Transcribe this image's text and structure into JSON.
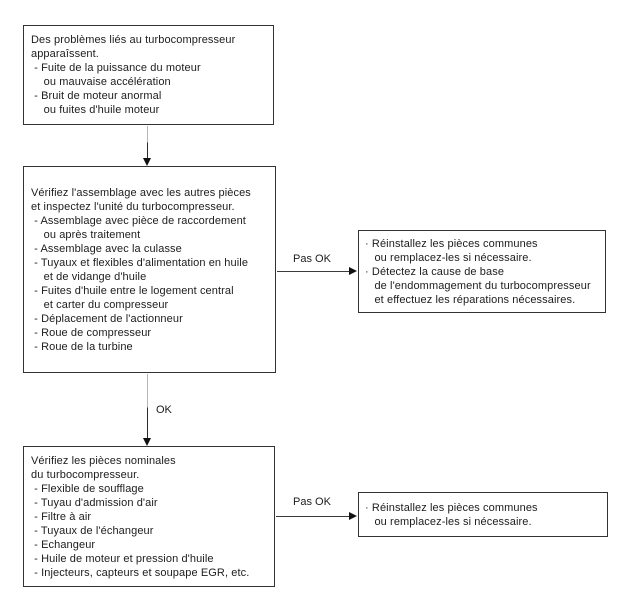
{
  "flowchart": {
    "boxes": {
      "problem": {
        "lines": [
          "Des problèmes liés au turbocompresseur",
          "apparaîssent.",
          " - Fuite de la puissance du moteur",
          "    ou mauvaise accélération",
          " - Bruit de moteur anormal",
          "    ou fuites d'huile moteur"
        ]
      },
      "check_assembly": {
        "lines": [
          "Vérifiez l'assemblage avec les autres pièces",
          "et inspectez l'unité du turbocompresseur.",
          " - Assemblage avec pièce de raccordement",
          "    ou après traitement",
          " - Assemblage avec la culasse",
          " - Tuyaux et flexibles d'alimentation en huile",
          "    et de vidange d'huile",
          " - Fuites d'huile entre le logement central",
          "    et carter du compresseur",
          " - Déplacement de l'actionneur",
          " - Roue de compresseur",
          " - Roue de la turbine"
        ]
      },
      "check_nominal": {
        "lines": [
          "Vérifiez les pièces nominales",
          "du turbocompresseur.",
          " - Flexible de soufflage",
          " - Tuyau d'admission d'air",
          " - Filtre à air",
          " - Tuyaux de l'échangeur",
          " - Echangeur",
          " - Huile de moteur et pression d'huile",
          " - Injecteurs, capteurs et soupape EGR, etc."
        ]
      },
      "action_reinstall_detect": {
        "lines": [
          "· Réinstallez les pièces communes",
          "   ou remplacez-les si nécessaire.",
          "· Détectez la cause de base",
          "   de l'endommagement du turbocompresseur",
          "   et effectuez les réparations nécessaires."
        ]
      },
      "action_reinstall": {
        "lines": [
          "· Réinstallez les pièces communes",
          "   ou remplacez-les si nécessaire."
        ]
      }
    },
    "labels": {
      "ok": "OK",
      "pas_ok_upper": "Pas OK",
      "pas_ok_lower": "Pas OK"
    },
    "colors": {
      "background": "#ffffff",
      "border": "#333333",
      "text": "#1c1c1c",
      "connector_gray": "#b5b5b5",
      "connector_dark": "#2b2b2b"
    }
  }
}
